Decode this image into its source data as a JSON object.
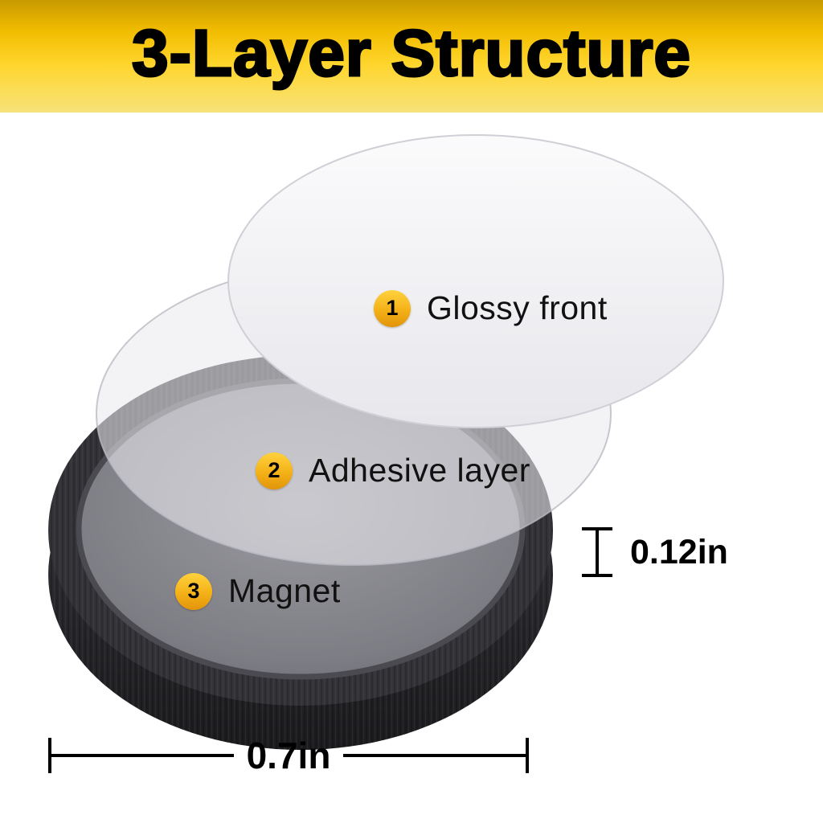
{
  "banner": {
    "title": "3-Layer Structure"
  },
  "layers": [
    {
      "number": "1",
      "label": "Glossy front"
    },
    {
      "number": "2",
      "label": "Adhesive layer"
    },
    {
      "number": "3",
      "label": "Magnet"
    }
  ],
  "dimensions": {
    "thickness": "0.12in",
    "diameter": "0.7in"
  },
  "colors": {
    "banner_gradient_top": "#c79a00",
    "banner_gradient_mid": "#ffd62e",
    "banner_gradient_bottom": "#f7e27a",
    "badge_gold": "#f4b117",
    "magnet_side_dark": "#28282b",
    "magnet_top_gray": "#87878d",
    "adhesive_layer": "#e9e9ee",
    "glossy_front": "#f5f5f7",
    "text_black": "#000000"
  }
}
